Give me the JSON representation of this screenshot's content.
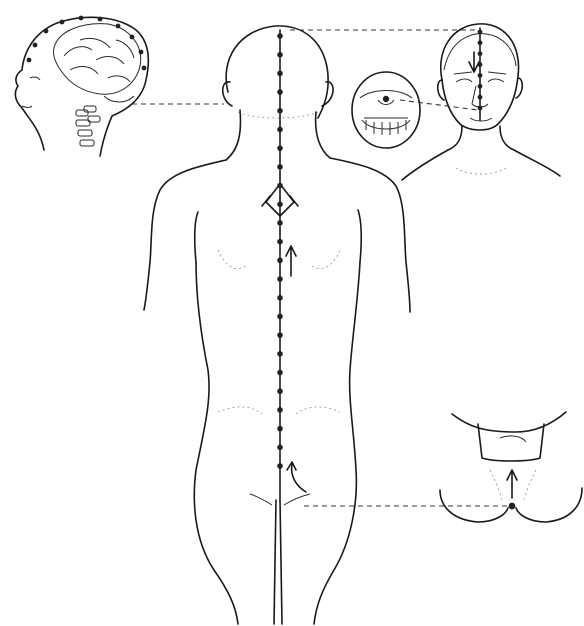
{
  "figure": {
    "subject": "governing-vessel-meridian",
    "colors": {
      "ink": "#1a1a1a",
      "paper": "#ffffff"
    },
    "acupoint_counts": {
      "spine": 24,
      "head_profile": 10,
      "face_midline": 8
    }
  }
}
